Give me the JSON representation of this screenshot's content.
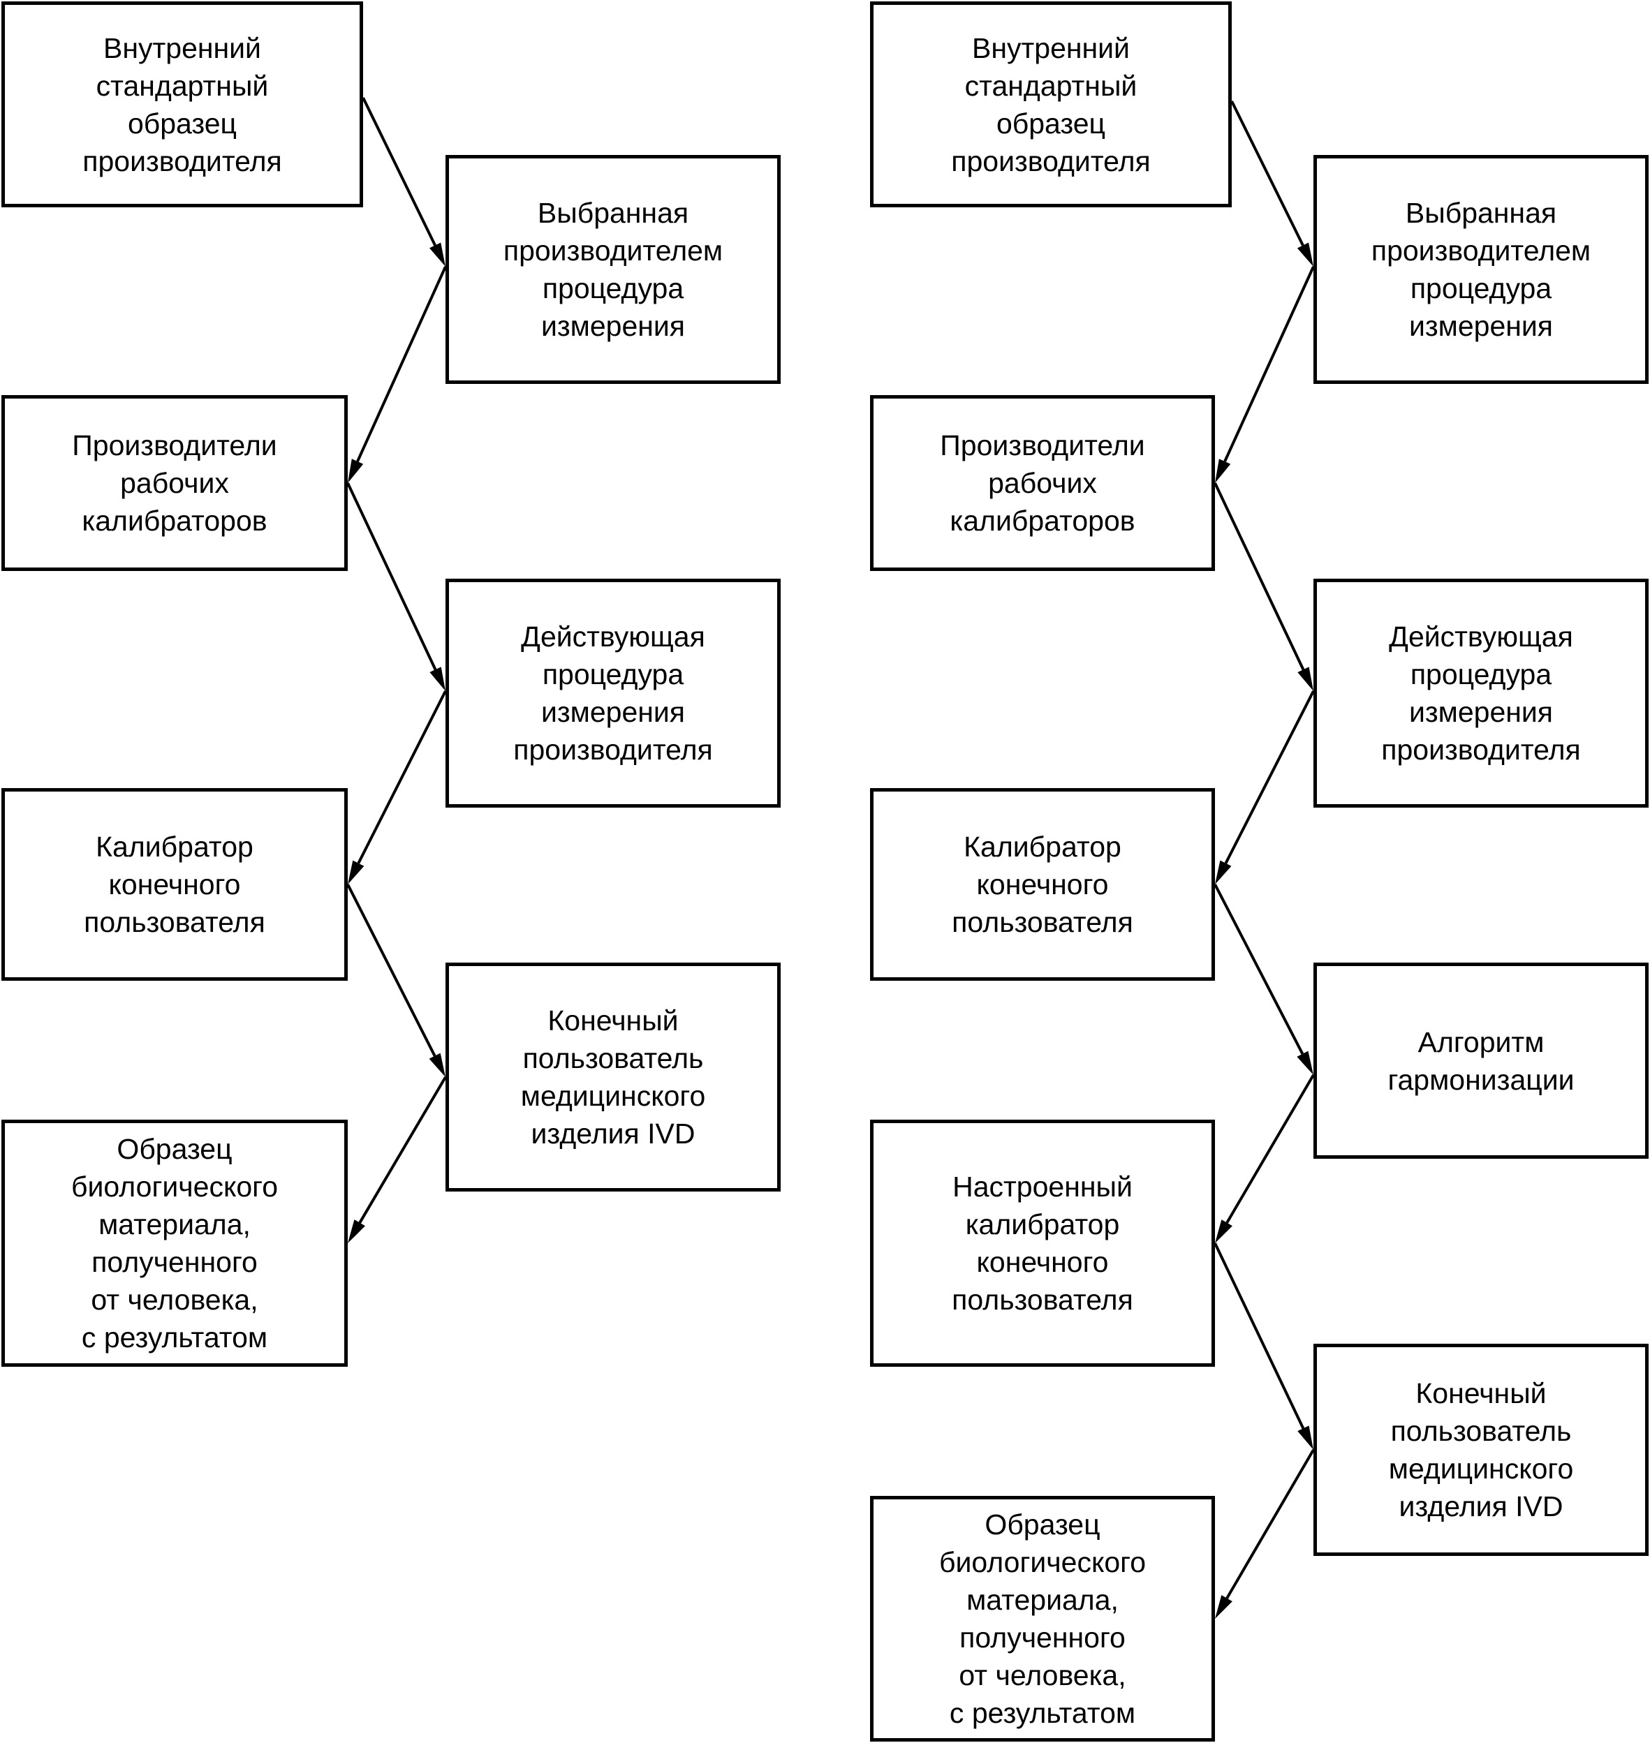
{
  "colors": {
    "line": "#000000",
    "box_fill": "#ffffff",
    "background": "#ffffff"
  },
  "left_chain": {
    "internal_standard": "Внутренний\nстандартный\nобразец\nпроизводителя",
    "selected_procedure": "Выбранная\nпроизводителем\nпроцедура\nизмерения",
    "working_calibrators": "Производители\nрабочих\nкалибраторов",
    "standing_procedure": "Действующая\nпроцедура\nизмерения\nпроизводителя",
    "end_user_calibrator": "Калибратор\nконечного\nпользователя",
    "end_user_ivd": "Конечный\nпользователь\nмедицинского\nизделия IVD",
    "human_sample": "Образец\nбиологического\nматериала,\nполученного\nот человека,\nс результатом"
  },
  "right_chain": {
    "internal_standard": "Внутренний\nстандартный\nобразец\nпроизводителя",
    "selected_procedure": "Выбранная\nпроизводителем\nпроцедура\nизмерения",
    "working_calibrators": "Производители\nрабочих\nкалибраторов",
    "standing_procedure": "Действующая\nпроцедура\nизмерения\nпроизводителя",
    "end_user_calibrator": "Калибратор\nконечного\nпользователя",
    "harmonization_algorithm": "Алгоритм\nгармонизации",
    "adjusted_calibrator": "Настроенный\nкалибратор\nконечного\nпользователя",
    "end_user_ivd": "Конечный\nпользователь\nмедицинского\nизделия IVD",
    "human_sample": "Образец\nбиологического\nматериала,\nполученного\nот человека,\nс результатом"
  }
}
